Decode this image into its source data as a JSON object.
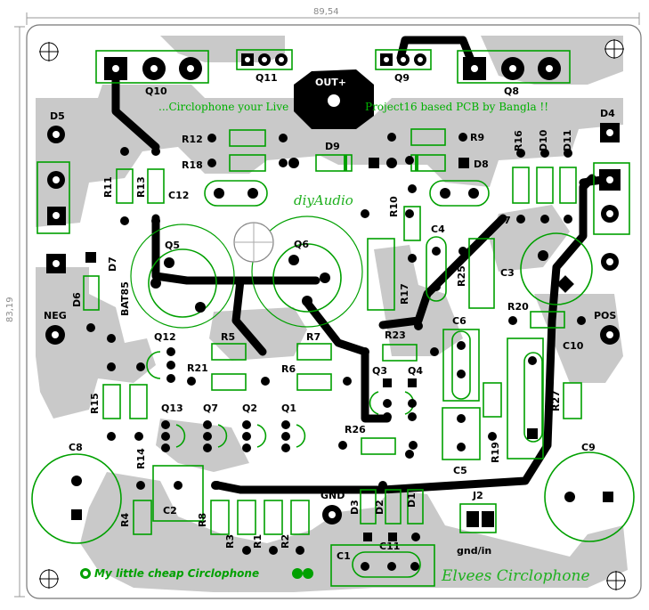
{
  "dimensions": {
    "width": "89,54",
    "height": "83,19"
  },
  "silk_texts": {
    "live": "...Circlophone your Live",
    "project": "Project16 based PCB by Bangla !!",
    "diyaudio": "diyAudio",
    "bottom_left": "My little cheap Circlophone",
    "elvees": "Elvees Circlophone",
    "bat85": "BAT85",
    "gnd_in": "gnd/in"
  },
  "components": {
    "D5": "D5",
    "Q10": "Q10",
    "Q11": "Q11",
    "OUT": "OUT+",
    "Q9": "Q9",
    "Q8": "Q8",
    "D4": "D4",
    "R12": "R12",
    "R18": "R18",
    "D9": "D9",
    "R9": "R9",
    "D8": "D8",
    "R16": "R16",
    "D10": "D10",
    "D11": "D11",
    "R11": "R11",
    "R13": "R13",
    "C12": "C12",
    "R10": "R10",
    "C7": "C7",
    "C4": "C4",
    "D7": "D7",
    "Q5": "Q5",
    "Q6": "Q6",
    "C3": "C3",
    "D6": "D6",
    "R17": "R17",
    "R25": "R25",
    "NEG": "NEG",
    "POS": "POS",
    "Q12": "Q12",
    "R5": "R5",
    "R7": "R7",
    "R23": "R23",
    "C6": "C6",
    "R20": "R20",
    "C10": "C10",
    "R21": "R21",
    "R6": "R6",
    "Q3": "Q3",
    "Q4": "Q4",
    "R15": "R15",
    "R27": "R27",
    "Q13": "Q13",
    "Q7": "Q7",
    "Q2": "Q2",
    "Q1": "Q1",
    "R26": "R26",
    "R19": "R19",
    "C8": "C8",
    "R14": "R14",
    "C5": "C5",
    "C9": "C9",
    "GND": "GND",
    "J2": "J2",
    "C2": "C2",
    "R4": "R4",
    "R8": "R8",
    "R3": "R3",
    "R1": "R1",
    "R2": "R2",
    "D3": "D3",
    "D2": "D2",
    "D1": "D1",
    "C1": "C1",
    "C11": "C11"
  },
  "colors": {
    "silk": "#00a000",
    "copper": "#000000",
    "ground_fill": "#c9c9c9",
    "board": "#ffffff"
  }
}
